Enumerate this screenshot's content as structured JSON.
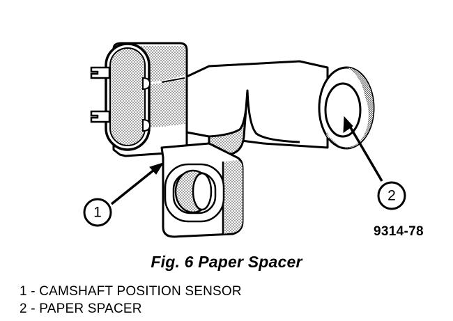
{
  "figure": {
    "caption": "Fig. 6 Paper Spacer",
    "part_number": "9314-78",
    "background_color": "#ffffff",
    "line_color": "#000000"
  },
  "callouts": [
    {
      "number": "1",
      "label": "CAMSHAFT POSITION SENSOR"
    },
    {
      "number": "2",
      "label": "PAPER SPACER"
    }
  ],
  "legend": [
    {
      "row": "1 - CAMSHAFT POSITION SENSOR"
    },
    {
      "row": "2 - PAPER SPACER"
    }
  ]
}
